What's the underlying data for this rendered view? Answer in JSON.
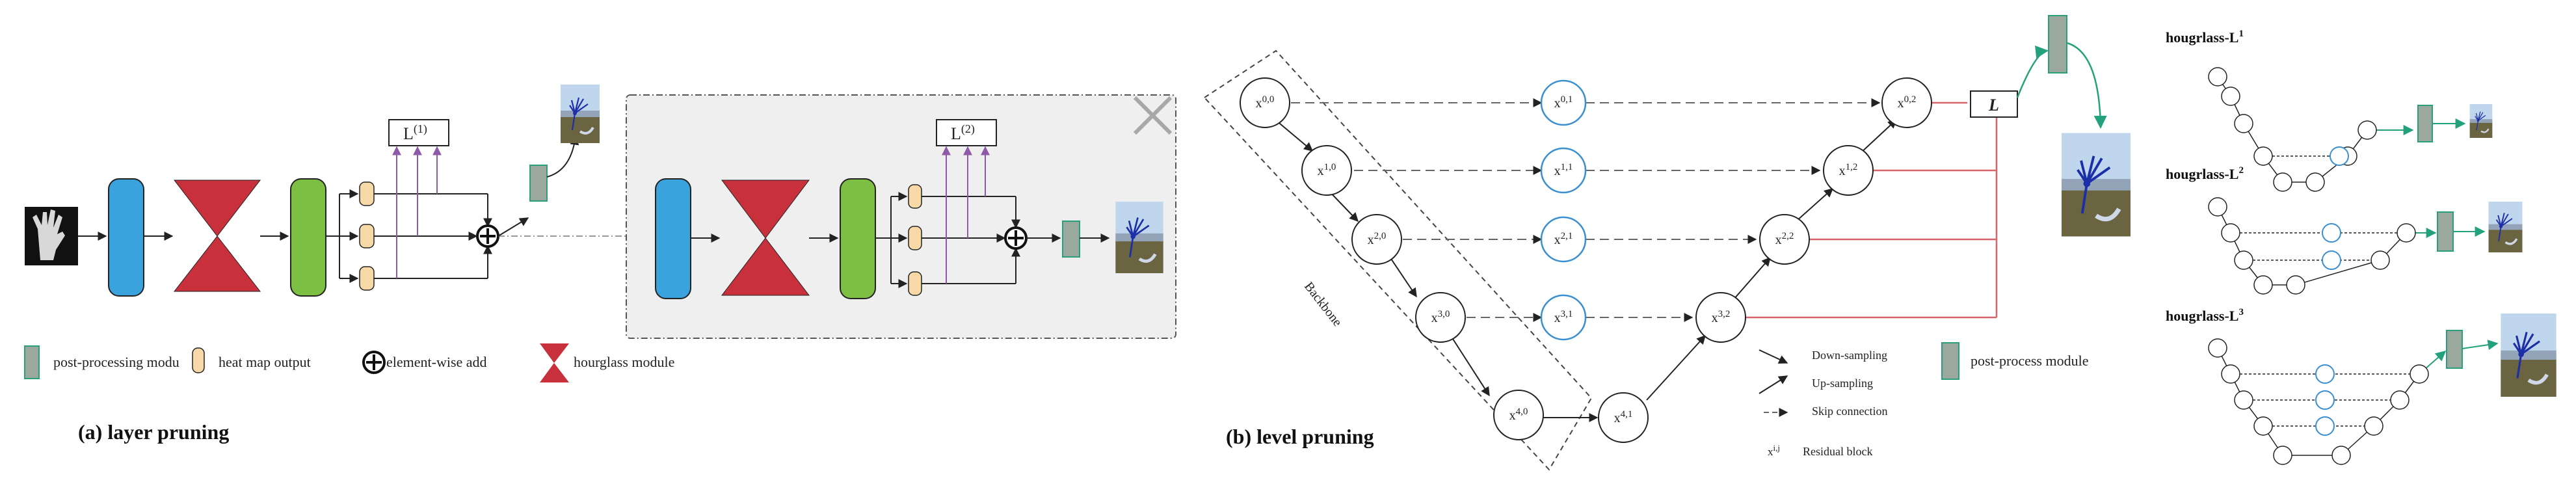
{
  "captions": {
    "layer": "(a) layer pruning",
    "level": "(b) level pruning"
  },
  "layer_pruning": {
    "loss_1": "L",
    "loss_1_sup": "(1)",
    "loss_2": "L",
    "loss_2_sup": "(2)",
    "legend": {
      "post_processing": "post-processing modu",
      "heat_map": "heat map output",
      "element_add": "element-wise add",
      "hourglass": "hourglass module"
    }
  },
  "level_pruning": {
    "backbone": "Backbone",
    "loss": "L",
    "nodes": {
      "n00": "0,0",
      "n10": "1,0",
      "n20": "2,0",
      "n30": "3,0",
      "n40": "4,0",
      "n01": "0,1",
      "n11": "1,1",
      "n21": "2,1",
      "n31": "3,1",
      "n41": "4,1",
      "n32": "3,2",
      "n22": "2,2",
      "n12": "1,2",
      "n02": "0,2"
    },
    "legend": {
      "down": "Down-sampling",
      "up": "Up-sampling",
      "skip": "Skip connection",
      "residual_sym": "i,j",
      "residual": "Residual block",
      "post_process": "post-process module"
    }
  },
  "hourglass_panels": {
    "title_prefix": "hougrlass-L",
    "sup1": "1",
    "sup2": "2",
    "sup3": "3"
  },
  "colors": {
    "blue_block": "#3aa3dd",
    "hourglass_red": "#c8303c",
    "green_block": "#7cbf43",
    "heatmap": "#f6d9a6",
    "post_module": "#9aa89e",
    "post_border": "#2aa07a",
    "purple": "#8e5aa8",
    "red_line": "#d9656c",
    "teal_arrow": "#23a07c",
    "node_blue": "#3a8fd1"
  }
}
